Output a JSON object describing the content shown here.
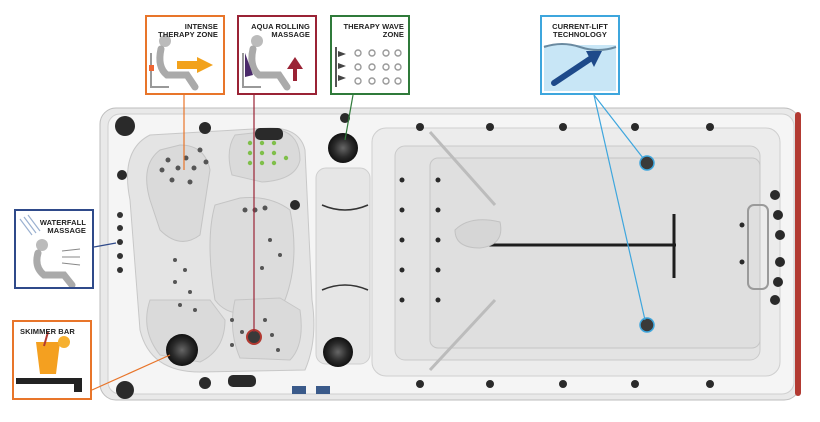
{
  "callouts": {
    "intense_therapy": {
      "title": "INTENSE THERAPY ZONE",
      "accent": "#e8752a"
    },
    "aqua_rolling": {
      "title": "AQUA ROLLING MASSAGE",
      "accent": "#9a2335"
    },
    "therapy_wave": {
      "title": "THERAPY WAVE ZONE",
      "accent": "#2f7a3a"
    },
    "current_lift": {
      "title": "CURRENT-LIFT TECHNOLOGY",
      "accent": "#3ea6dd"
    },
    "waterfall": {
      "title": "WATERFALL MASSAGE",
      "accent": "#2f4a8a"
    },
    "skimmer": {
      "title": "SKIMMER BAR",
      "accent": "#e8752a"
    }
  },
  "icons": {
    "seated_figure": "person-seated-icon",
    "heat": "heat-arrow-icon",
    "rolling": "rolling-arrow-icon",
    "waves": "wave-jets-icon",
    "current": "current-arrow-icon",
    "skimmer": "cocktail-tray-icon"
  },
  "colors": {
    "shell": "#f4f4f4",
    "trim": "#b23a32",
    "jet": "#222222",
    "leader_dark": "#333333",
    "leader_blue": "#3ea6dd"
  }
}
